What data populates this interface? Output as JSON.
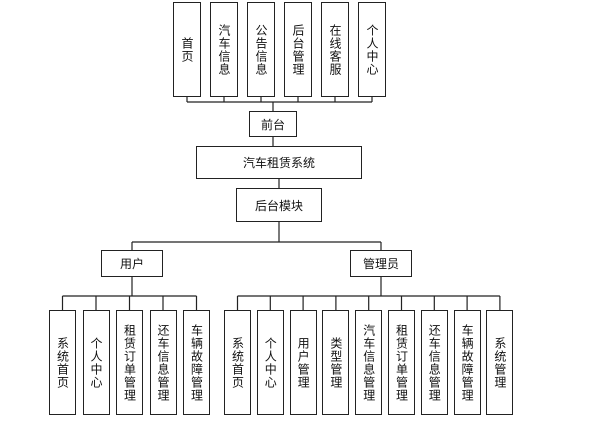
{
  "front": {
    "label": "前台",
    "modules": [
      "首页",
      "汽车信息",
      "公告信息",
      "后台管理",
      "在线客服",
      "个人中心"
    ]
  },
  "system": {
    "label": "汽车租赁系统"
  },
  "backend": {
    "label": "后台模块"
  },
  "user": {
    "label": "用户",
    "modules": [
      "系统首页",
      "个人中心",
      "租赁订单管理",
      "还车信息管理",
      "车辆故障管理"
    ]
  },
  "admin": {
    "label": "管理员",
    "modules": [
      "系统首页",
      "个人中心",
      "用户管理",
      "类型管理",
      "汽车信息管理",
      "租赁订单管理",
      "还车信息管理",
      "车辆故障管理",
      "系统管理"
    ]
  },
  "colors": {
    "line": "#222222",
    "box_fill": "#ffffff"
  }
}
